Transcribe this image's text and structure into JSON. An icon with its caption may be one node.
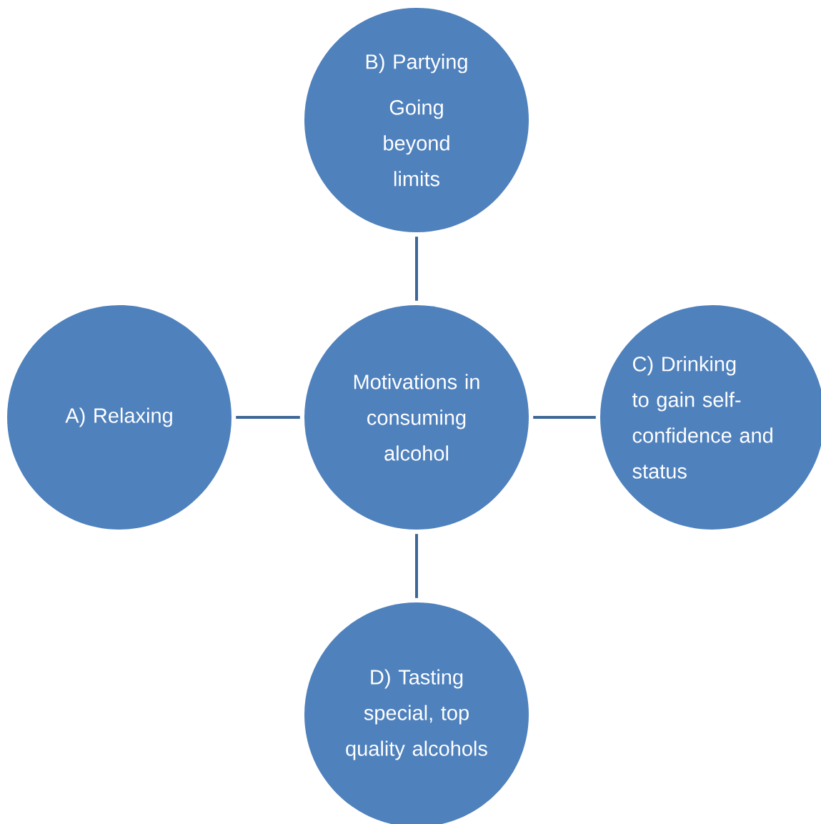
{
  "diagram": {
    "nodes": [
      {
        "text": [
          "B) Partying",
          "Going beyond limits"
        ]
      },
      {
        "text": [
          "A) Relaxing"
        ]
      },
      {
        "text": [
          "Motivations in consuming alcohol"
        ]
      },
      {
        "text": [
          "C) Drinking to gain self-confidence and status"
        ]
      },
      {
        "text": [
          "D) Tasting special, top quality alcohols"
        ]
      }
    ],
    "edges": [
      {
        "from": 2,
        "to": 0,
        "arrow": "none"
      },
      {
        "from": 2,
        "to": 1,
        "arrow": "none"
      },
      {
        "from": 2,
        "to": 3,
        "arrow": "none"
      },
      {
        "from": 2,
        "to": 4,
        "arrow": "none"
      }
    ]
  }
}
